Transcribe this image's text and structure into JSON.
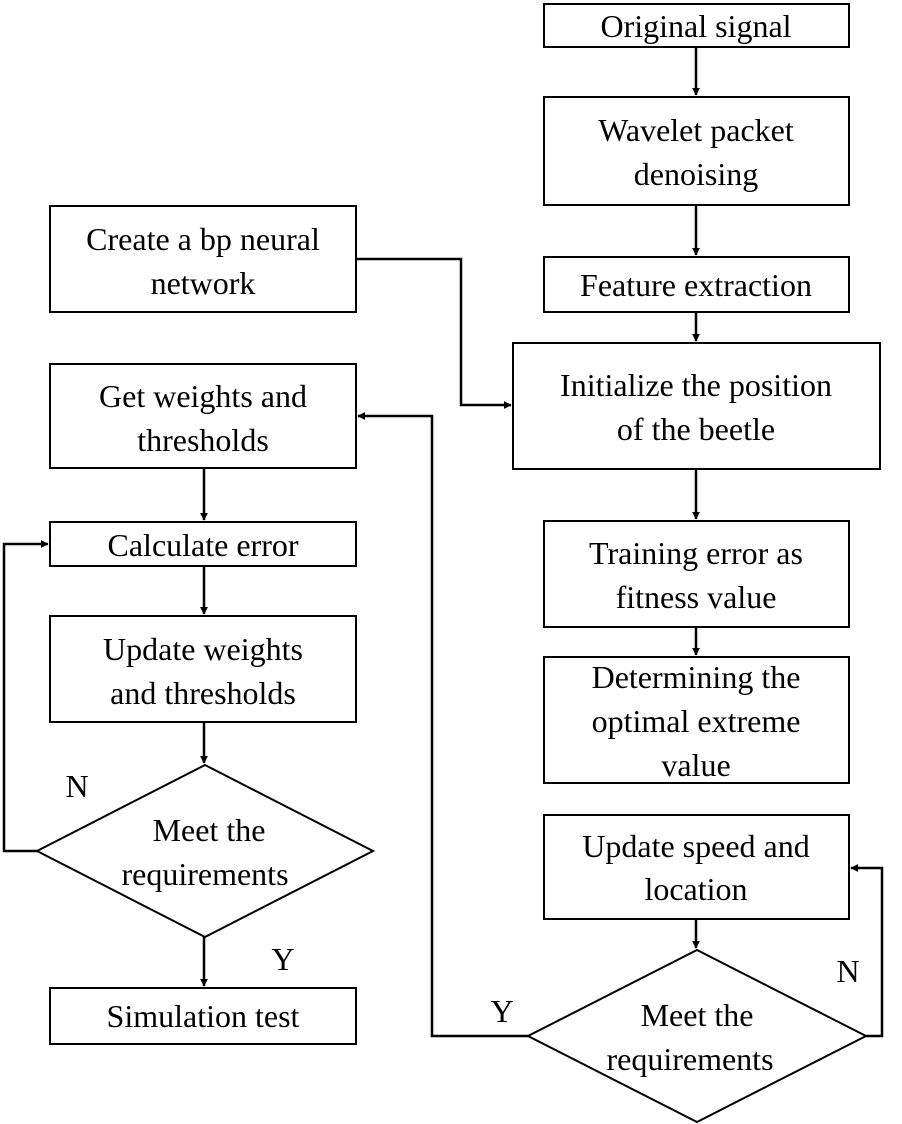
{
  "right_flow": {
    "original_signal": "Original signal",
    "wavelet_denoising": [
      "Wavelet packet",
      "denoising"
    ],
    "feature_extraction": "Feature extraction",
    "initialize_beetle": [
      "Initialize the position",
      "of the beetle"
    ],
    "training_error": [
      "Training error as",
      "fitness value"
    ],
    "determining_optimal": [
      "Determining the",
      "optimal extreme",
      "value"
    ],
    "update_speed": [
      "Update speed and",
      "location"
    ],
    "decision": [
      "Meet the",
      "requirements"
    ],
    "yes_label": "Y",
    "no_label": "N"
  },
  "left_flow": {
    "create_bp": [
      "Create a bp neural",
      "network"
    ],
    "get_weights": [
      "Get weights and",
      "thresholds"
    ],
    "calculate_error": "Calculate error",
    "update_weights": [
      "Update weights",
      "and thresholds"
    ],
    "decision": [
      "Meet the",
      "requirements"
    ],
    "no_label": "N",
    "yes_label": "Y",
    "simulation_test": "Simulation test"
  }
}
